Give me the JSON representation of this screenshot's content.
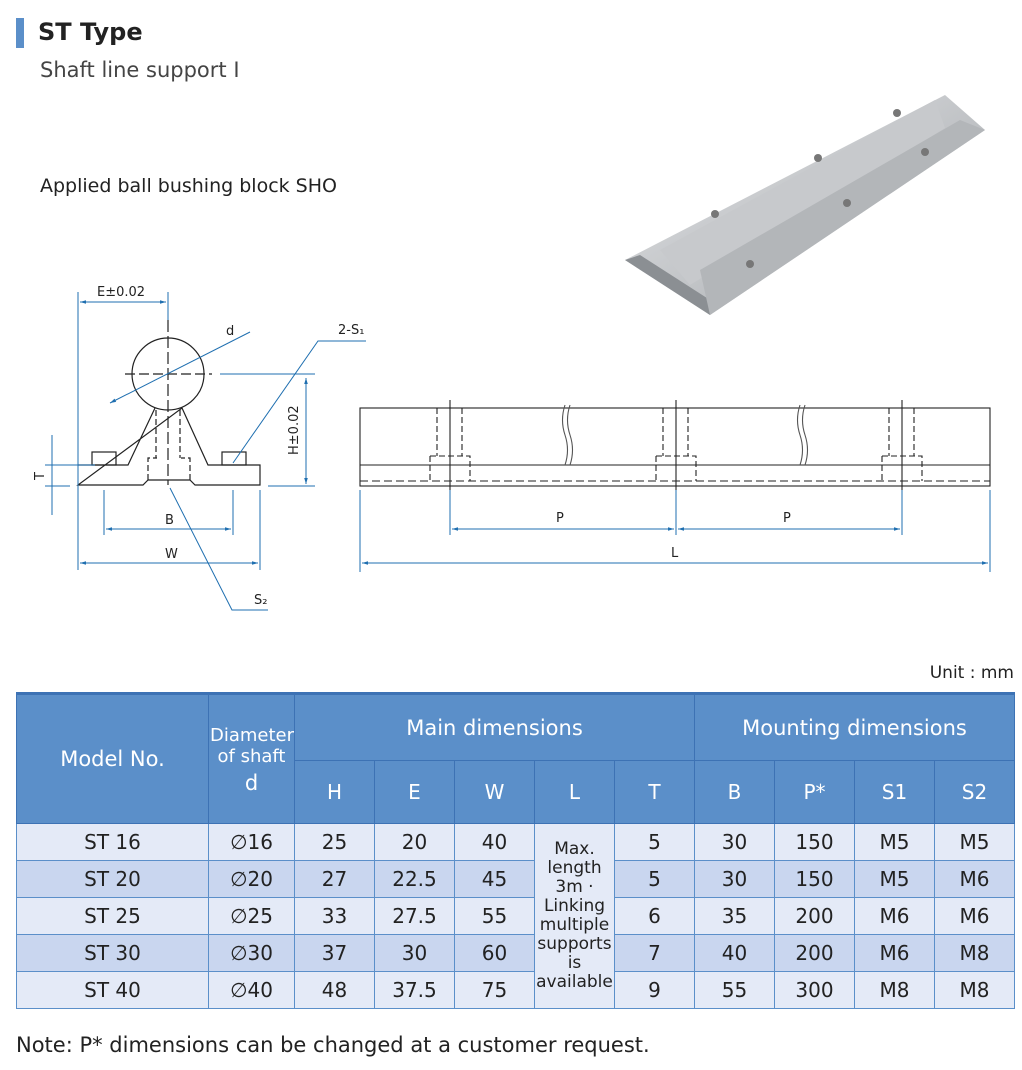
{
  "header": {
    "title": "ST Type",
    "subtitle": "Shaft line support I",
    "applied": "Applied ball bushing block SHO"
  },
  "drawing": {
    "labels": {
      "e": "E±0.02",
      "d": "d",
      "s1": "2-S₁",
      "h": "H±0.02",
      "t": "T",
      "b": "B",
      "w": "W",
      "s2": "S₂",
      "p1": "P",
      "p2": "P",
      "l": "L"
    }
  },
  "unit": "Unit : mm",
  "table": {
    "headers": {
      "model": "Model No.",
      "diameter": "Diameter of shaft",
      "diameter_sym": "d",
      "main": "Main dimensions",
      "mounting": "Mounting dimensions",
      "cols": [
        "H",
        "E",
        "W",
        "L",
        "T",
        "B",
        "P*",
        "S1",
        "S2"
      ]
    },
    "l_note": "Max. length 3m · Linking multiple supports is available",
    "rows": [
      {
        "model": "ST 16",
        "d": "∅16",
        "H": "25",
        "E": "20",
        "W": "40",
        "T": "5",
        "B": "30",
        "P": "150",
        "S1": "M5",
        "S2": "M5"
      },
      {
        "model": "ST 20",
        "d": "∅20",
        "H": "27",
        "E": "22.5",
        "W": "45",
        "T": "5",
        "B": "30",
        "P": "150",
        "S1": "M5",
        "S2": "M6"
      },
      {
        "model": "ST 25",
        "d": "∅25",
        "H": "33",
        "E": "27.5",
        "W": "55",
        "T": "6",
        "B": "35",
        "P": "200",
        "S1": "M6",
        "S2": "M6"
      },
      {
        "model": "ST 30",
        "d": "∅30",
        "H": "37",
        "E": "30",
        "W": "60",
        "T": "7",
        "B": "40",
        "P": "200",
        "S1": "M6",
        "S2": "M8"
      },
      {
        "model": "ST 40",
        "d": "∅40",
        "H": "48",
        "E": "37.5",
        "W": "75",
        "T": "9",
        "B": "55",
        "P": "300",
        "S1": "M8",
        "S2": "M8"
      }
    ]
  },
  "note": "Note: P* dimensions can be changed at a customer request."
}
